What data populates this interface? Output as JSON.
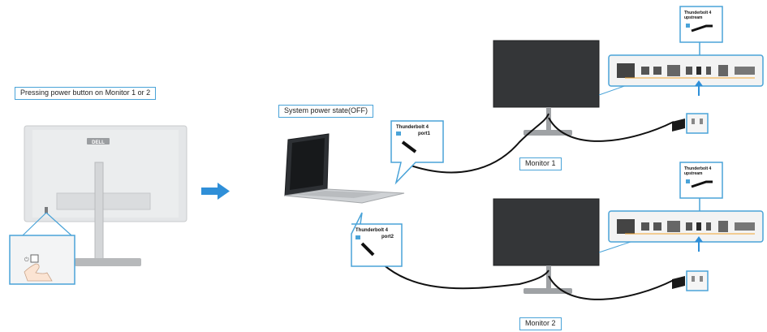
{
  "captions": {
    "press_power": "Pressing power button on Monitor 1 or 2",
    "system_state": "System power state(OFF)",
    "monitor1": "Monitor 1",
    "monitor2": "Monitor 2"
  },
  "callouts": {
    "laptop_port1_line1": "Thunderbolt 4",
    "laptop_port1_line2": "port1",
    "laptop_port2_line1": "Thunderbolt 4",
    "laptop_port2_line2": "port2",
    "monitor_upstream_line1": "Thunderbolt 4",
    "monitor_upstream_line2": "upstream"
  },
  "brand": {
    "logo_text": "DELL"
  },
  "colors": {
    "accent": "#4aa3d8",
    "arrow": "#2f8fd8"
  }
}
